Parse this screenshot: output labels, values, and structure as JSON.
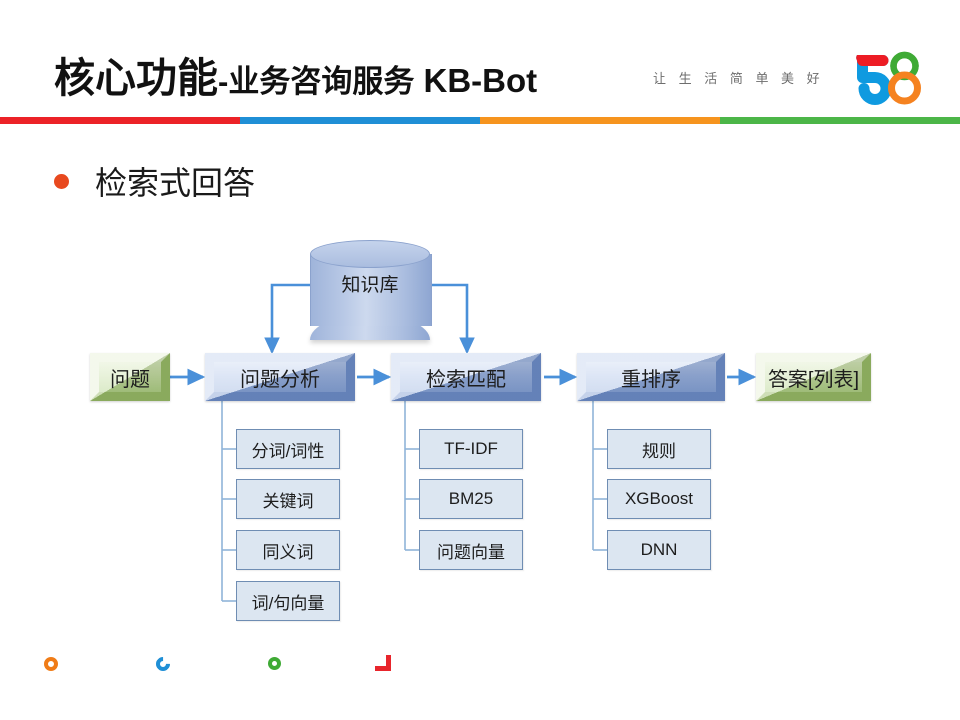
{
  "header": {
    "title_main": "核心功能",
    "title_dash": "-",
    "title_sub": "业务咨询服务",
    "title_en": "KB-Bot",
    "slogan": "让 生 活 简 单 美 好",
    "logo_alt": "58-logo",
    "bar_colors": [
      "#ec2227",
      "#1f8fd6",
      "#f6941e",
      "#4cb648"
    ]
  },
  "section": {
    "bullet_label": "检索式回答",
    "bullet_color": "#e8491f"
  },
  "diagram": {
    "knowledge_base": {
      "label": "知识库"
    },
    "flow": [
      {
        "label": "问题",
        "style": "green"
      },
      {
        "label": "问题分析",
        "style": "blue"
      },
      {
        "label": "检索匹配",
        "style": "blue"
      },
      {
        "label": "重排序",
        "style": "blue"
      },
      {
        "label": "答案[列表]",
        "style": "green"
      }
    ],
    "branches": [
      {
        "parent": "问题分析",
        "items": [
          "分词/词性",
          "关键词",
          "同义词",
          "词/句向量"
        ]
      },
      {
        "parent": "检索匹配",
        "items": [
          "TF-IDF",
          "BM25",
          "问题向量"
        ]
      },
      {
        "parent": "重排序",
        "items": [
          "规则",
          "XGBoost",
          "DNN"
        ]
      }
    ],
    "arrow_color": "#4a90d9",
    "connector_color": "#8fb4d9",
    "box_fill_blue": "#b4c7ea",
    "box_fill_green": "#cfe3b2",
    "subbox_fill": "#dce6f1",
    "subbox_border": "#6f8db3"
  },
  "footer_deco": [
    {
      "name": "orange-ring",
      "color": "#f07c17"
    },
    {
      "name": "blue-c",
      "color": "#1f8fd6"
    },
    {
      "name": "green-ring",
      "color": "#3faa35"
    },
    {
      "name": "red-corner",
      "color": "#e8252c"
    }
  ]
}
